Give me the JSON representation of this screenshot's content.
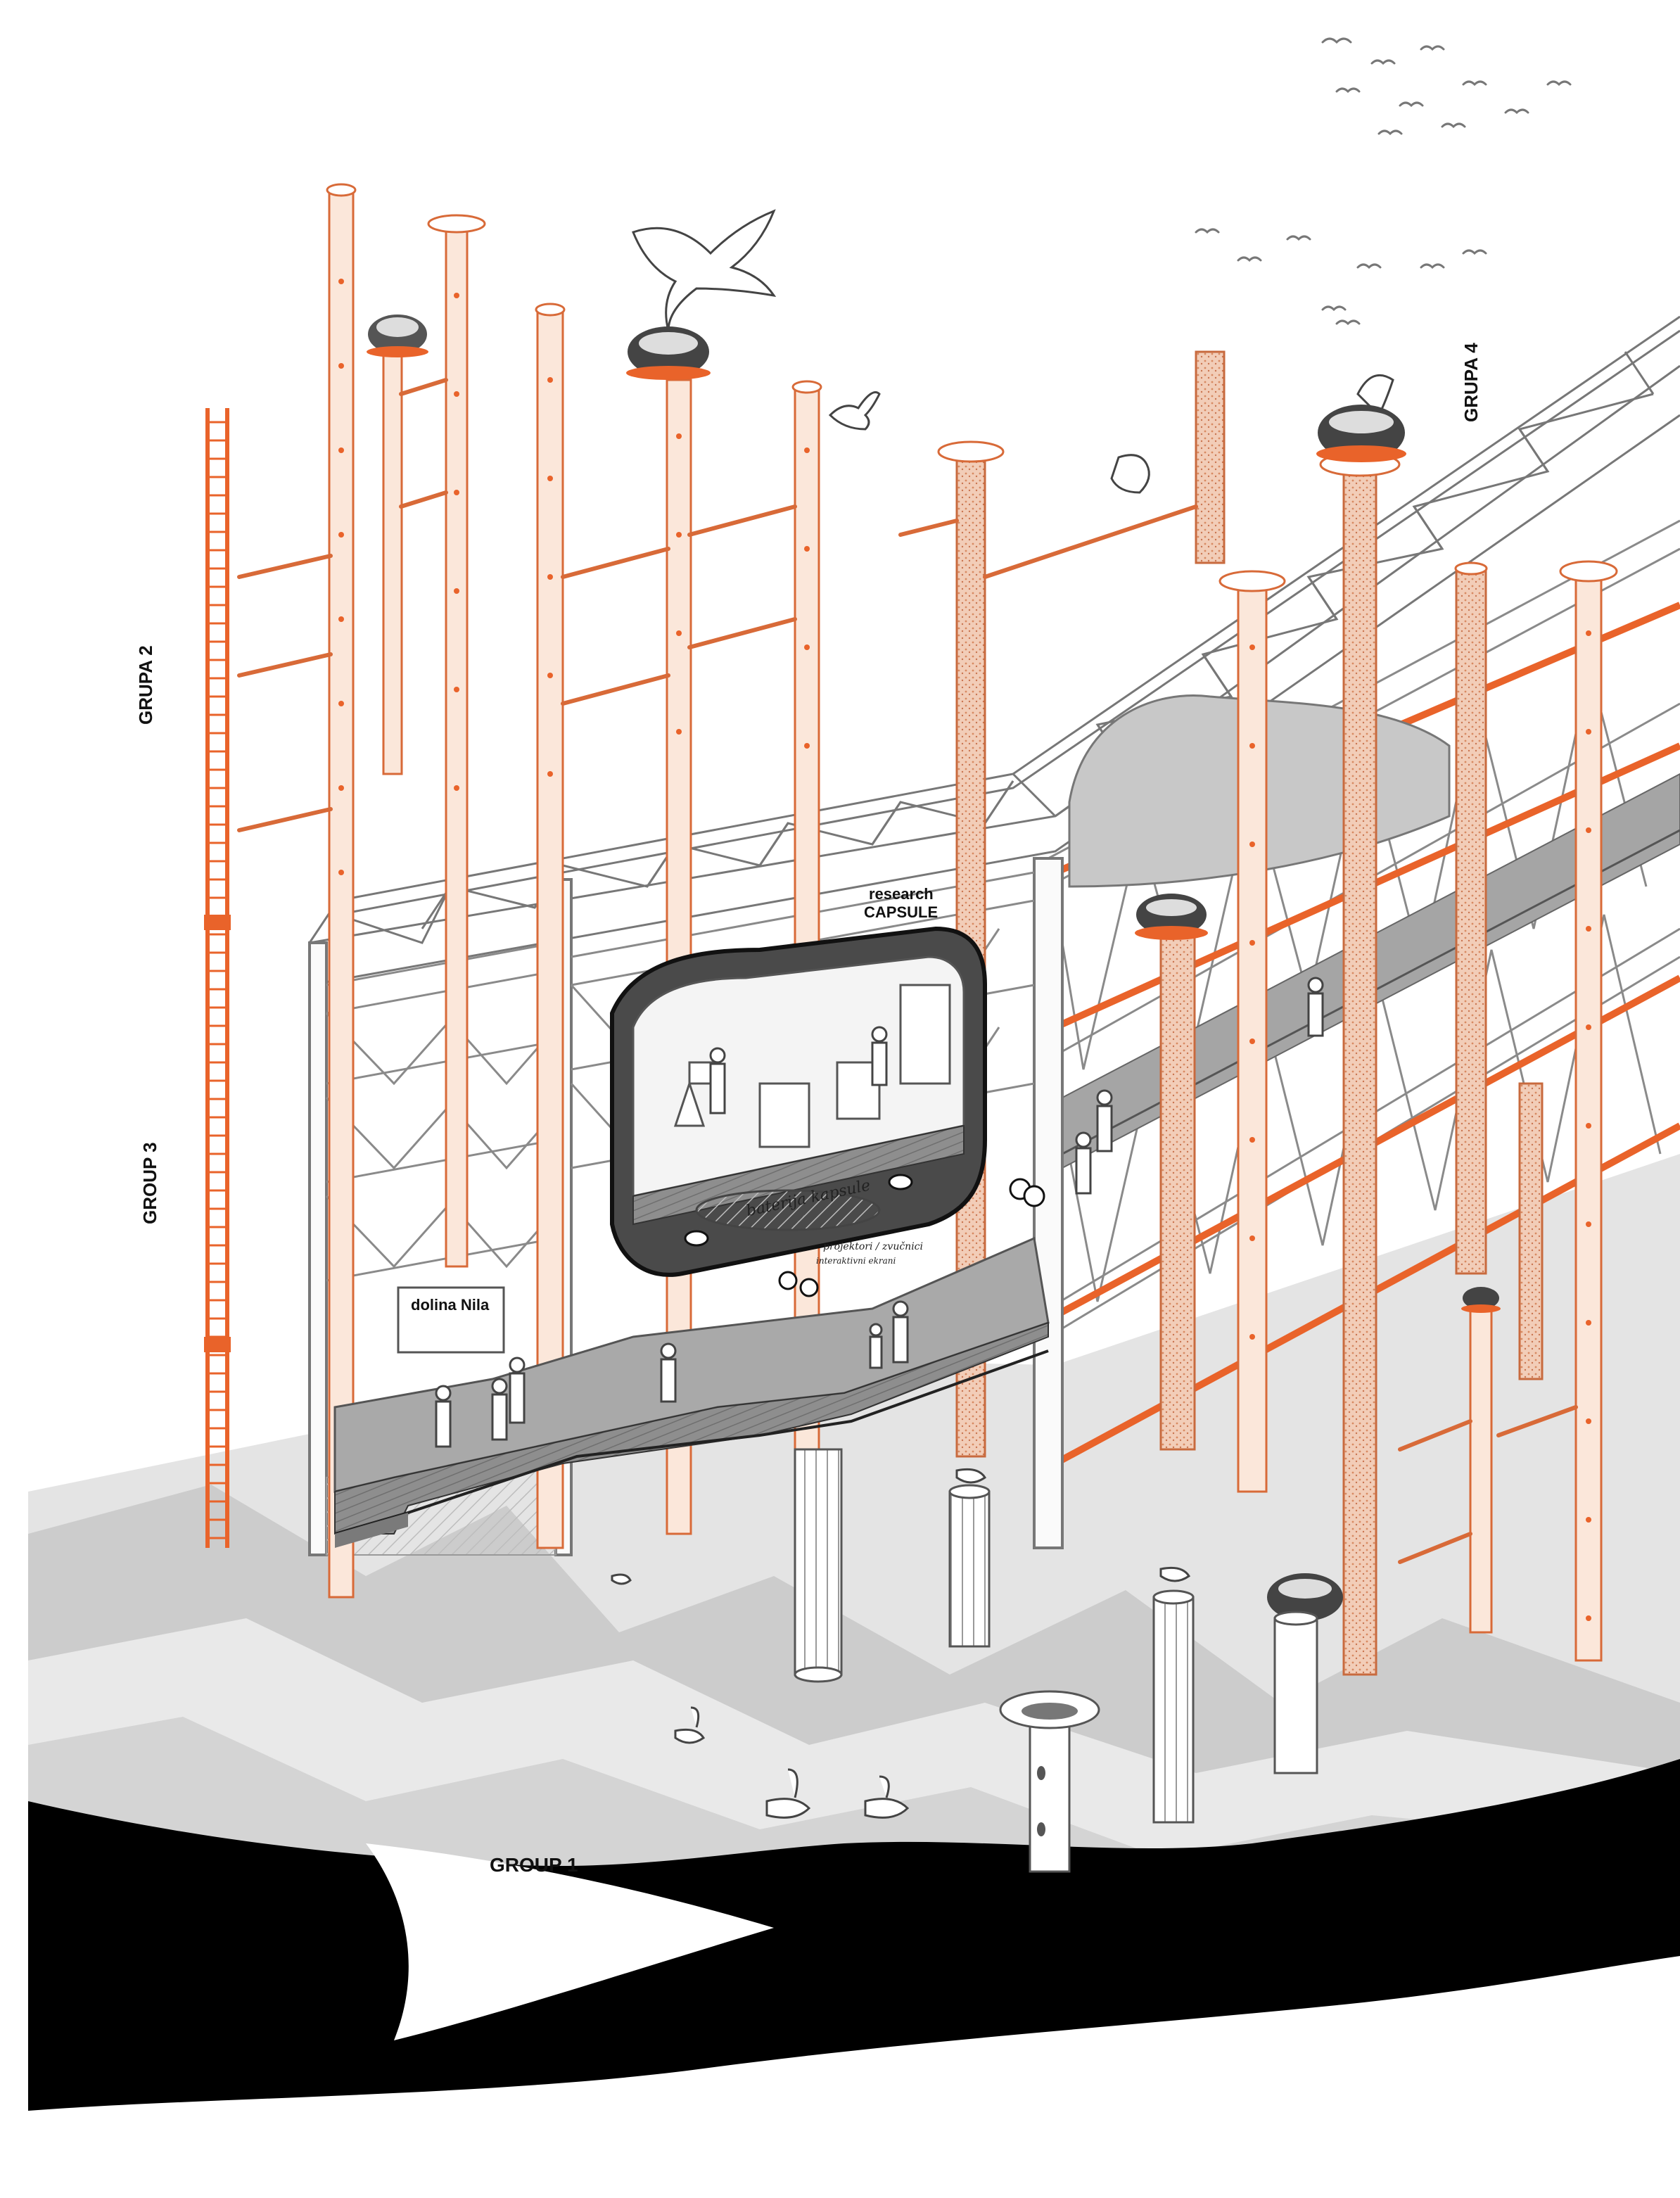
{
  "labels": {
    "grupa_2": "GRUPA 2",
    "group_3": "GROUP 3",
    "grupa_4": "GRUPA 4",
    "group_1": "GROUP 1",
    "capsule_line1": "research",
    "capsule_line2": "CAPSULE",
    "battery": "baterija kapsule",
    "projector_line1": "projektori / zvučnici",
    "projector_line2": "interaktivni ekrani"
  },
  "sign": {
    "title": "dolina Nila",
    "line1": "",
    "line2": "",
    "line3": ""
  },
  "colors": {
    "accent_orange": "#e9632a",
    "pole_fill": "#f7d9c8",
    "structure": "#8a8a8a",
    "ground_light": "#e6e6e6",
    "ground_mid": "#cfcfcf",
    "ground_dark": "#000000",
    "walkway": "#9a9a9a"
  },
  "icons": {
    "birds": "bird-icon",
    "nests": "nest-icon",
    "people": "person-icon",
    "swans": "swan-icon",
    "speakers": "speaker-icon"
  }
}
